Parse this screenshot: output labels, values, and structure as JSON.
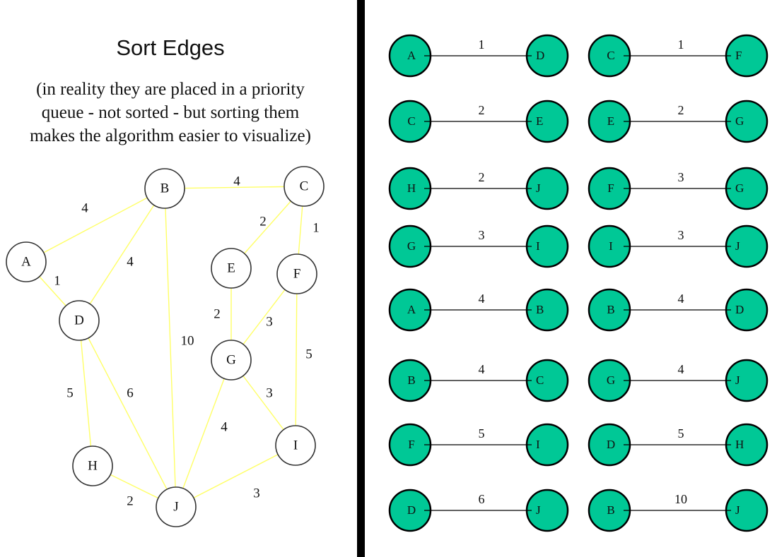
{
  "left": {
    "title": "Sort Edges",
    "note_lines": [
      "(in reality they are placed in a priority",
      "queue - not sorted - but sorting them",
      "makes the algorithm easier to visualize)"
    ]
  },
  "graph": {
    "nodes": [
      {
        "id": "A",
        "label": "A"
      },
      {
        "id": "B",
        "label": "B"
      },
      {
        "id": "C",
        "label": "C"
      },
      {
        "id": "D",
        "label": "D"
      },
      {
        "id": "E",
        "label": "E"
      },
      {
        "id": "F",
        "label": "F"
      },
      {
        "id": "G",
        "label": "G"
      },
      {
        "id": "H",
        "label": "H"
      },
      {
        "id": "I",
        "label": "I"
      },
      {
        "id": "J",
        "label": "J"
      }
    ],
    "edges": [
      {
        "from": "A",
        "to": "B",
        "weight": "4"
      },
      {
        "from": "A",
        "to": "D",
        "weight": "1"
      },
      {
        "from": "B",
        "to": "C",
        "weight": "4"
      },
      {
        "from": "B",
        "to": "D",
        "weight": "4"
      },
      {
        "from": "B",
        "to": "J",
        "weight": "10"
      },
      {
        "from": "C",
        "to": "E",
        "weight": "2"
      },
      {
        "from": "C",
        "to": "F",
        "weight": "1"
      },
      {
        "from": "D",
        "to": "H",
        "weight": "5"
      },
      {
        "from": "D",
        "to": "J",
        "weight": "6"
      },
      {
        "from": "E",
        "to": "G",
        "weight": "2"
      },
      {
        "from": "F",
        "to": "G",
        "weight": "3"
      },
      {
        "from": "F",
        "to": "I",
        "weight": "5"
      },
      {
        "from": "G",
        "to": "I",
        "weight": "3"
      },
      {
        "from": "G",
        "to": "J",
        "weight": "4"
      },
      {
        "from": "H",
        "to": "J",
        "weight": "2"
      },
      {
        "from": "I",
        "to": "J",
        "weight": "3"
      }
    ],
    "edge_color": "#ffff66"
  },
  "sorted_edges": [
    {
      "from": "A",
      "to": "D",
      "weight": "1"
    },
    {
      "from": "C",
      "to": "F",
      "weight": "1"
    },
    {
      "from": "C",
      "to": "E",
      "weight": "2"
    },
    {
      "from": "E",
      "to": "G",
      "weight": "2"
    },
    {
      "from": "H",
      "to": "J",
      "weight": "2"
    },
    {
      "from": "F",
      "to": "G",
      "weight": "3"
    },
    {
      "from": "G",
      "to": "I",
      "weight": "3"
    },
    {
      "from": "I",
      "to": "J",
      "weight": "3"
    },
    {
      "from": "A",
      "to": "B",
      "weight": "4"
    },
    {
      "from": "B",
      "to": "D",
      "weight": "4"
    },
    {
      "from": "B",
      "to": "C",
      "weight": "4"
    },
    {
      "from": "G",
      "to": "J",
      "weight": "4"
    },
    {
      "from": "F",
      "to": "I",
      "weight": "5"
    },
    {
      "from": "D",
      "to": "H",
      "weight": "5"
    },
    {
      "from": "D",
      "to": "J",
      "weight": "6"
    },
    {
      "from": "B",
      "to": "J",
      "weight": "10"
    }
  ],
  "colors": {
    "node_fill": "#00c896",
    "divider": "#000000"
  }
}
